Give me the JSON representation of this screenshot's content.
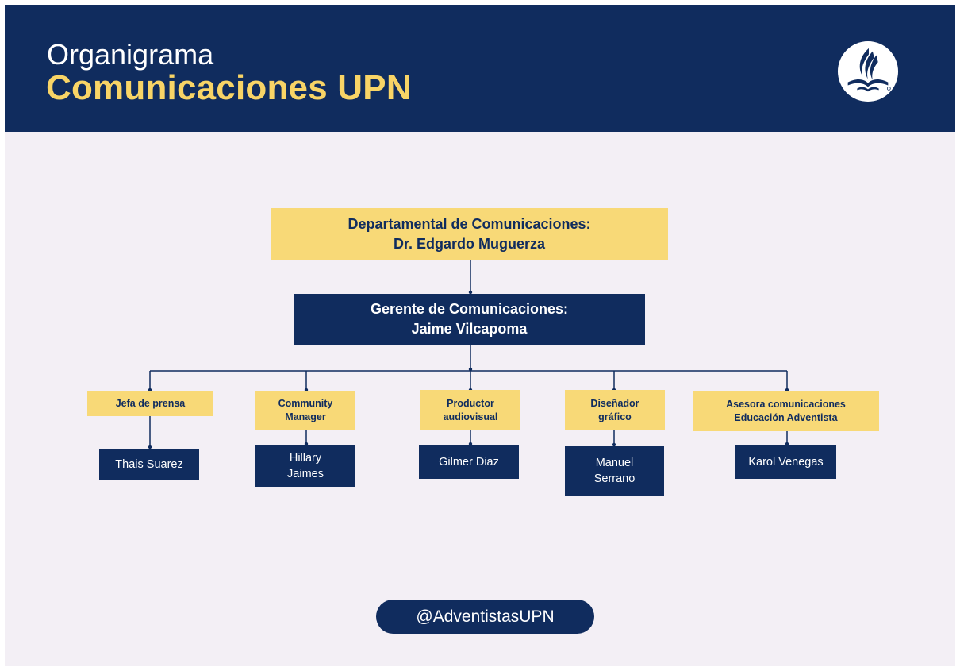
{
  "header": {
    "kicker": "Organigrama",
    "title": "Comunicaciones UPN",
    "logo_icon": "adventist-flame-logo-icon",
    "background_color": "#102c5e",
    "title_color": "#f8d466"
  },
  "chart": {
    "top": {
      "label": "Departamental de Comunicaciones:\nDr. Edgardo Muguerza"
    },
    "manager": {
      "label": "Gerente de Comunicaciones:\nJaime Vilcapoma"
    },
    "branches": [
      {
        "role": "Jefa de prensa",
        "person": "Thais Suarez"
      },
      {
        "role": "Community\nManager",
        "person": "Hillary\nJaimes"
      },
      {
        "role": "Productor\naudiovisual",
        "person": "Gilmer Diaz"
      },
      {
        "role": "Diseñador\ngráfico",
        "person": "Manuel\nSerrano"
      },
      {
        "role": "Asesora comunicaciones\nEducación Adventista",
        "person": "Karol Venegas"
      }
    ]
  },
  "footer": {
    "handle": "@AdventistasUPN"
  },
  "colors": {
    "navy": "#102c5e",
    "yellow": "#f8d977",
    "background": "#f3eff5"
  }
}
